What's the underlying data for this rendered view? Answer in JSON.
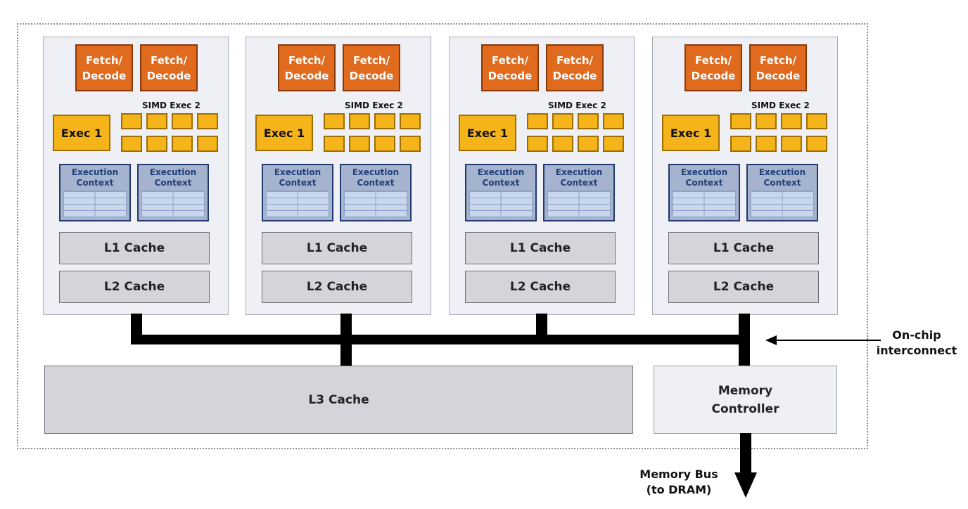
{
  "cores": [
    {
      "fetch_decode": [
        "Fetch/\nDecode",
        "Fetch/\nDecode"
      ],
      "exec1": "Exec 1",
      "simd_exec": "SIMD Exec 2",
      "contexts": [
        "Execution\nContext",
        "Execution\nContext"
      ],
      "l1": "L1 Cache",
      "l2": "L2 Cache"
    },
    {
      "fetch_decode": [
        "Fetch/\nDecode",
        "Fetch/\nDecode"
      ],
      "exec1": "Exec 1",
      "simd_exec": "SIMD Exec 2",
      "contexts": [
        "Execution\nContext",
        "Execution\nContext"
      ],
      "l1": "L1 Cache",
      "l2": "L2 Cache"
    },
    {
      "fetch_decode": [
        "Fetch/\nDecode",
        "Fetch/\nDecode"
      ],
      "exec1": "Exec 1",
      "simd_exec": "SIMD Exec 2",
      "contexts": [
        "Execution\nContext",
        "Execution\nContext"
      ],
      "l1": "L1 Cache",
      "l2": "L2 Cache"
    },
    {
      "fetch_decode": [
        "Fetch/\nDecode",
        "Fetch/\nDecode"
      ],
      "exec1": "Exec 1",
      "simd_exec": "SIMD Exec 2",
      "contexts": [
        "Execution\nContext",
        "Execution\nContext"
      ],
      "l1": "L1 Cache",
      "l2": "L2 Cache"
    }
  ],
  "l3": "L3 Cache",
  "memory_controller": "Memory\nController",
  "interconnect_label": "On-chip\ninterconnect",
  "memory_bus_label": "Memory Bus\n(to DRAM)",
  "colors": {
    "fetch": "#e06a1e",
    "exec": "#f5b41a",
    "context": "#a6b3cf",
    "cache": "#d3d5db",
    "core": "#eef0f6",
    "interconnect": "#000000"
  },
  "simd_alu_count": 8
}
